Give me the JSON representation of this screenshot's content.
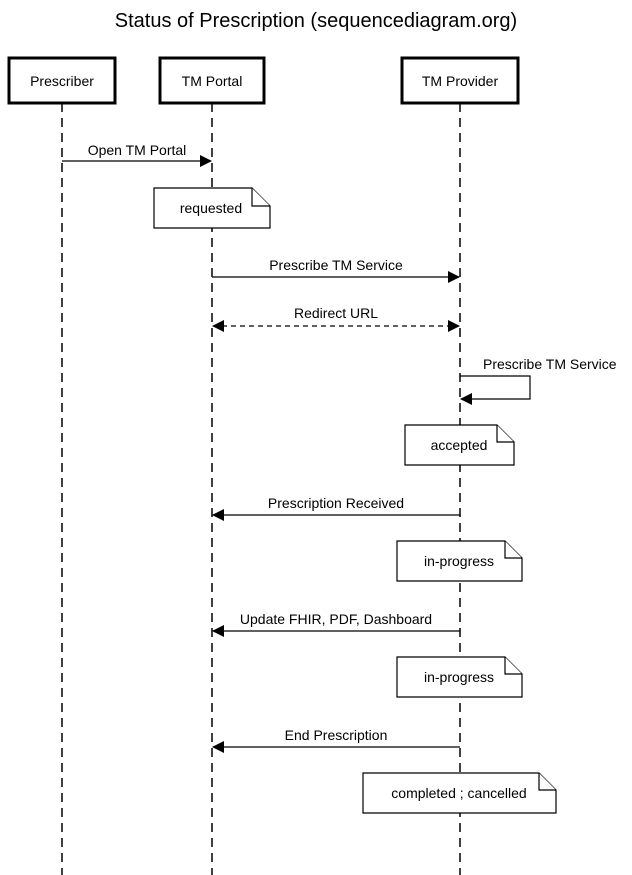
{
  "diagram": {
    "title": "Status of Prescription (sequencediagram.org)",
    "participants": [
      {
        "id": "prescriber",
        "label": "Prescriber"
      },
      {
        "id": "tm-portal",
        "label": "TM Portal"
      },
      {
        "id": "tm-provider",
        "label": "TM Provider"
      }
    ],
    "events": [
      {
        "kind": "message",
        "from": "prescriber",
        "to": "tm-portal",
        "label": "Open TM Portal",
        "style": "solid"
      },
      {
        "kind": "note",
        "over": "tm-portal",
        "text": "requested"
      },
      {
        "kind": "message",
        "from": "tm-portal",
        "to": "tm-provider",
        "label": "Prescribe TM Service",
        "style": "solid"
      },
      {
        "kind": "message",
        "from": "tm-portal",
        "to": "tm-provider",
        "label": "Redirect URL",
        "style": "dashed",
        "bidirectional": true
      },
      {
        "kind": "self",
        "on": "tm-provider",
        "label": "Prescribe TM Service"
      },
      {
        "kind": "note",
        "over": "tm-provider",
        "text": "accepted"
      },
      {
        "kind": "message",
        "from": "tm-provider",
        "to": "tm-portal",
        "label": "Prescription Received",
        "style": "solid"
      },
      {
        "kind": "note",
        "over": "tm-provider",
        "text": "in-progress"
      },
      {
        "kind": "message",
        "from": "tm-provider",
        "to": "tm-portal",
        "label": "Update FHIR, PDF, Dashboard",
        "style": "solid"
      },
      {
        "kind": "note",
        "over": "tm-provider",
        "text": "in-progress"
      },
      {
        "kind": "message",
        "from": "tm-provider",
        "to": "tm-portal",
        "label": "End Prescription",
        "style": "solid"
      },
      {
        "kind": "note",
        "over": "tm-provider",
        "text": "completed ; cancelled"
      }
    ]
  }
}
